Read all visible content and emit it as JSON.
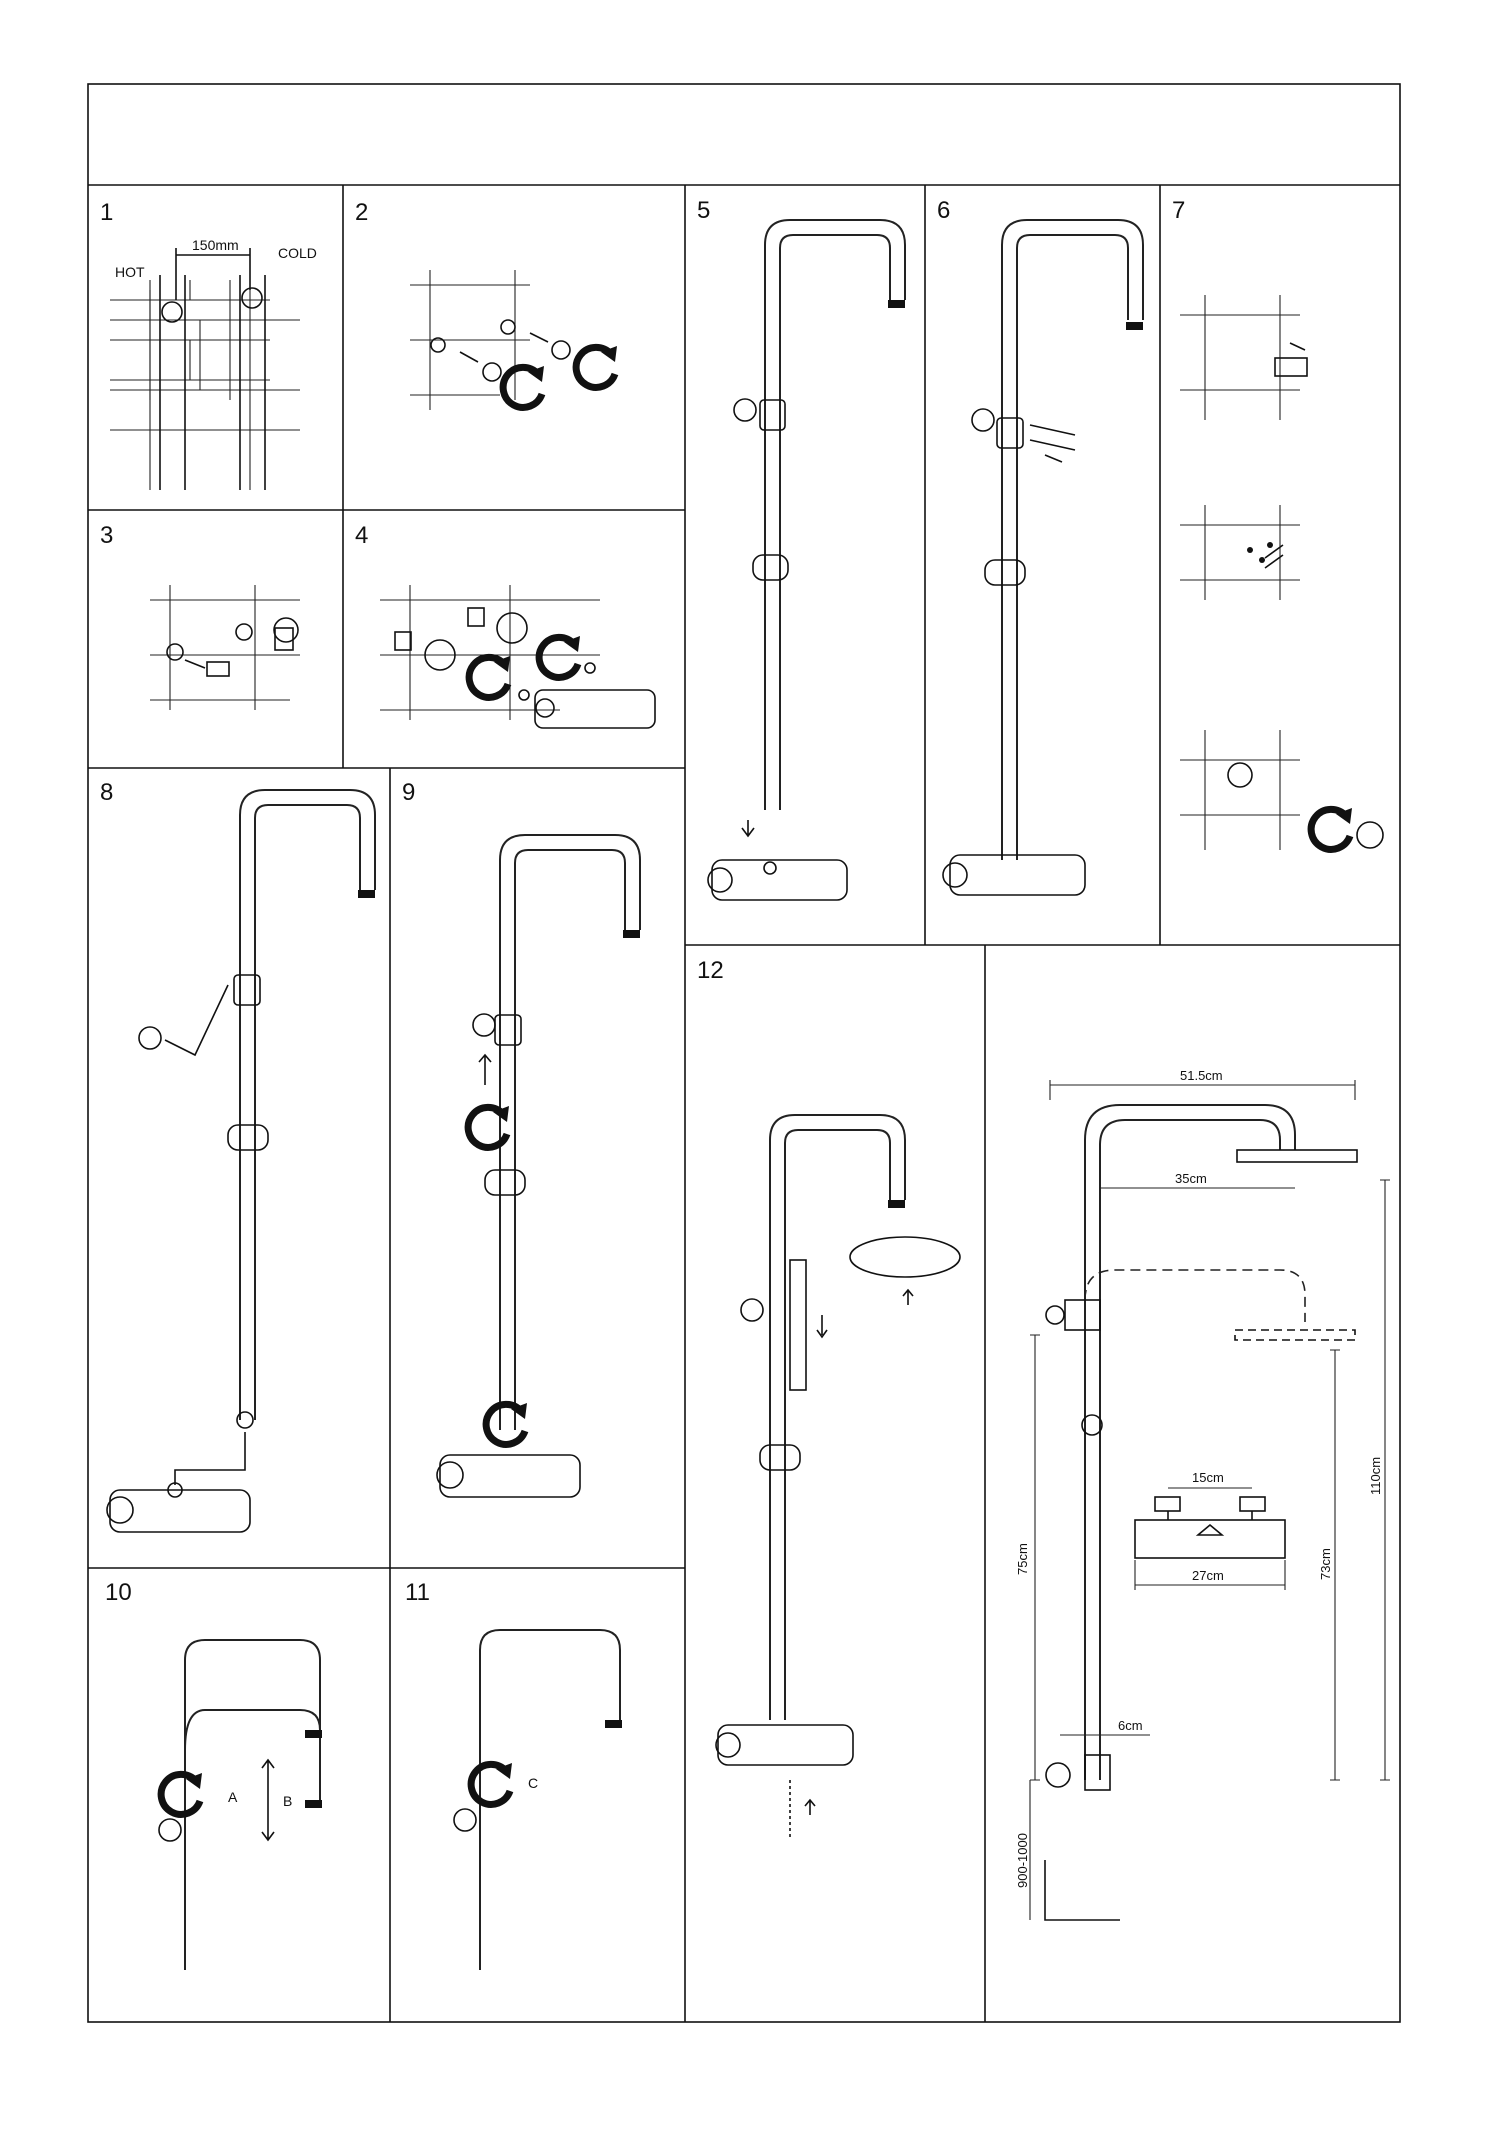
{
  "steps": {
    "s1": "1",
    "s2": "2",
    "s3": "3",
    "s4": "4",
    "s5": "5",
    "s6": "6",
    "s7": "7",
    "s8": "8",
    "s9": "9",
    "s10": "10",
    "s11": "11",
    "s12": "12"
  },
  "step1": {
    "hot": "HOT",
    "cold": "COLD",
    "spacing": "150mm"
  },
  "step10": {
    "label_a": "A",
    "label_b": "B"
  },
  "step11": {
    "label_c": "C"
  },
  "dimensions": {
    "overall_width": "51.5cm",
    "arm_reach": "35cm",
    "total_height": "110cm",
    "rail_height": "75cm",
    "head_height": "73cm",
    "inlet_spacing": "15cm",
    "valve_width": "27cm",
    "wall_offset": "6cm",
    "floor_height": "900-1000"
  },
  "icons": [
    "rotate-clockwise-icon",
    "rotate-counterclockwise-icon",
    "arrow-icon",
    "bidirectional-arrow-icon"
  ]
}
